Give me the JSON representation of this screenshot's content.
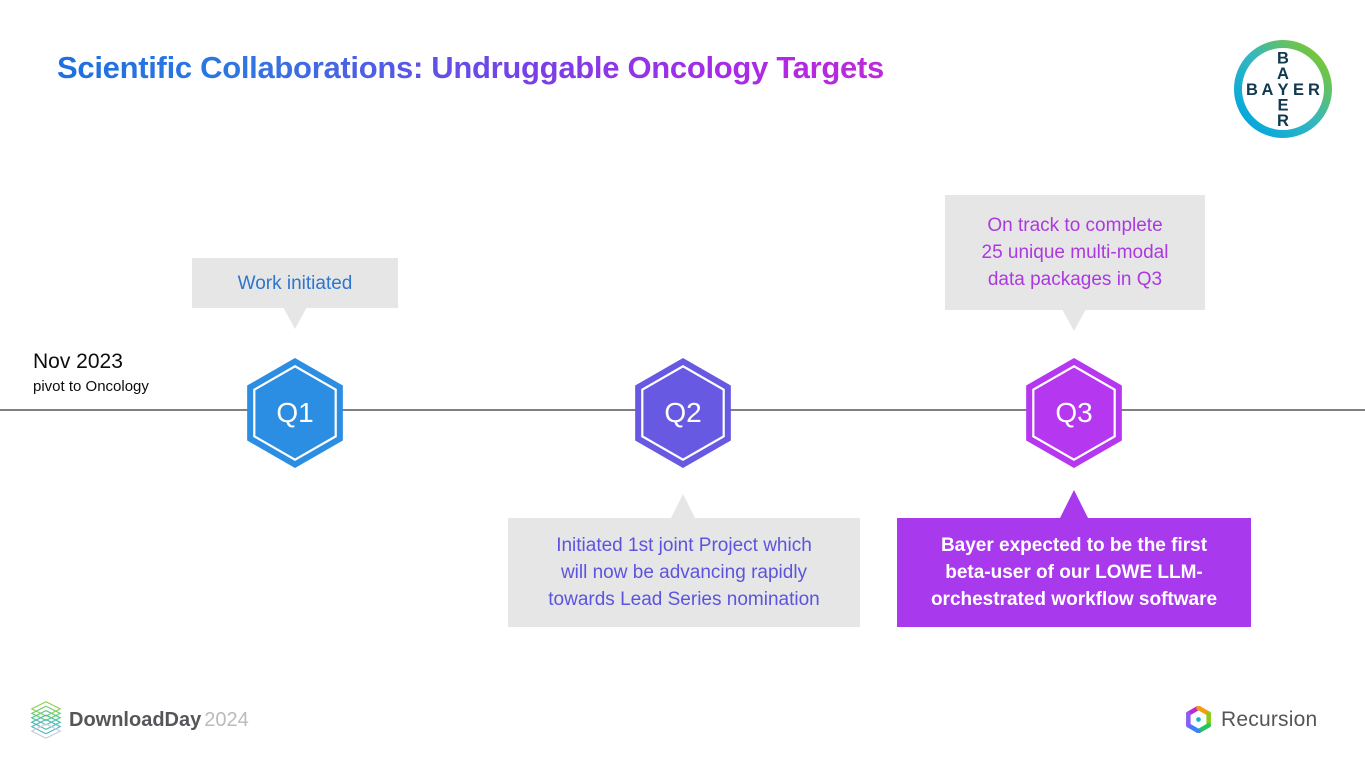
{
  "slide": {
    "title": "Scientific Collaborations: Undruggable Oncology Targets",
    "title_gradient": [
      "#1F6FE0",
      "#BE2AD8"
    ],
    "background": "#FFFFFF",
    "timeline_line_color": "#808080"
  },
  "timeline": {
    "start_date": "Nov 2023",
    "start_note": "pivot to Oncology",
    "milestones": [
      {
        "label": "Q1",
        "color": "#2B8EE2"
      },
      {
        "label": "Q2",
        "color": "#6859E3"
      },
      {
        "label": "Q3",
        "color": "#B538F0"
      }
    ]
  },
  "callouts": {
    "q1_above": {
      "bg": "#E6E6E6",
      "text_color": "#2C77CC",
      "lines": [
        "Work initiated"
      ]
    },
    "q3_above": {
      "bg": "#E6E6E6",
      "text_color": "#AC39E0",
      "lines": [
        "On track to complete",
        "25 unique multi-modal",
        "data packages in Q3"
      ]
    },
    "q2_below": {
      "bg": "#E6E6E6",
      "text_color": "#5C54DE",
      "lines": [
        "Initiated 1st joint Project which",
        "will now be advancing rapidly",
        "towards Lead Series nomination"
      ]
    },
    "q3_below": {
      "bg": "#A939EC",
      "text_color": "#FFFFFF",
      "lines": [
        "Bayer expected to be the first",
        "beta-user of our LOWE LLM-",
        "orchestrated workflow software"
      ]
    }
  },
  "logos": {
    "bayer": {
      "word": "BAYER",
      "ring_colors": [
        "#00A6E0",
        "#7FC829"
      ]
    },
    "download_day": {
      "brand": "DownloadDay",
      "year": "2024"
    },
    "recursion": {
      "name": "Recursion"
    }
  }
}
